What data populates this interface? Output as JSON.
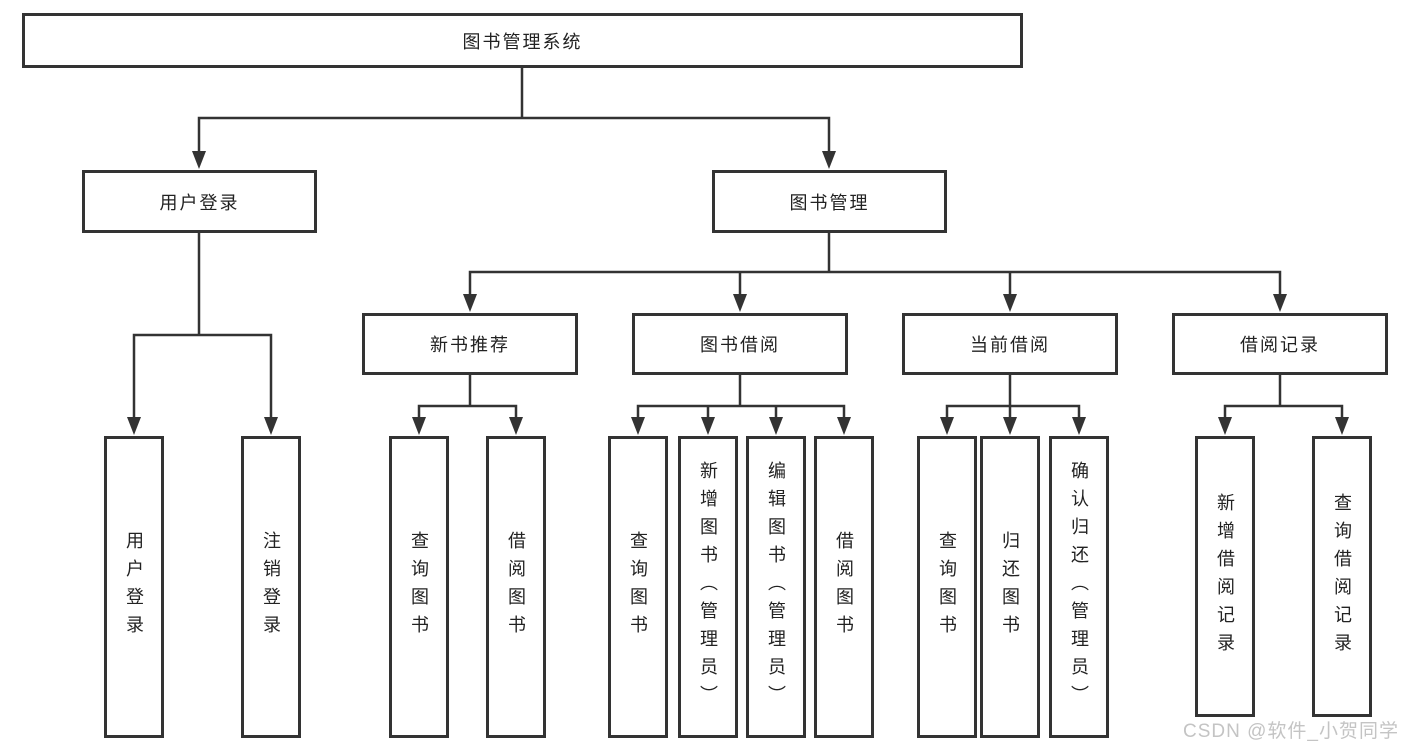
{
  "tree": {
    "root": {
      "label": "图书管理系统"
    },
    "branches": [
      {
        "label": "用户登录",
        "leaves": [
          {
            "label": "用户登录"
          },
          {
            "label": "注销登录"
          }
        ]
      },
      {
        "label": "图书管理",
        "groups": [
          {
            "label": "新书推荐",
            "leaves": [
              {
                "label": "查询图书"
              },
              {
                "label": "借阅图书"
              }
            ]
          },
          {
            "label": "图书借阅",
            "leaves": [
              {
                "label": "查询图书"
              },
              {
                "label": "新增图书（管理员）"
              },
              {
                "label": "编辑图书（管理员）"
              },
              {
                "label": "借阅图书"
              }
            ]
          },
          {
            "label": "当前借阅",
            "leaves": [
              {
                "label": "查询图书"
              },
              {
                "label": "归还图书"
              },
              {
                "label": "确认归还（管理员）"
              }
            ]
          },
          {
            "label": "借阅记录",
            "leaves": [
              {
                "label": "新增借阅记录"
              },
              {
                "label": "查询借阅记录"
              }
            ]
          }
        ]
      }
    ]
  },
  "watermark": {
    "text": "CSDN @软件_小贺同学"
  },
  "colors": {
    "line": "#333333",
    "text": "#222222",
    "watermark": "#c4c4c4",
    "background": "#ffffff"
  }
}
